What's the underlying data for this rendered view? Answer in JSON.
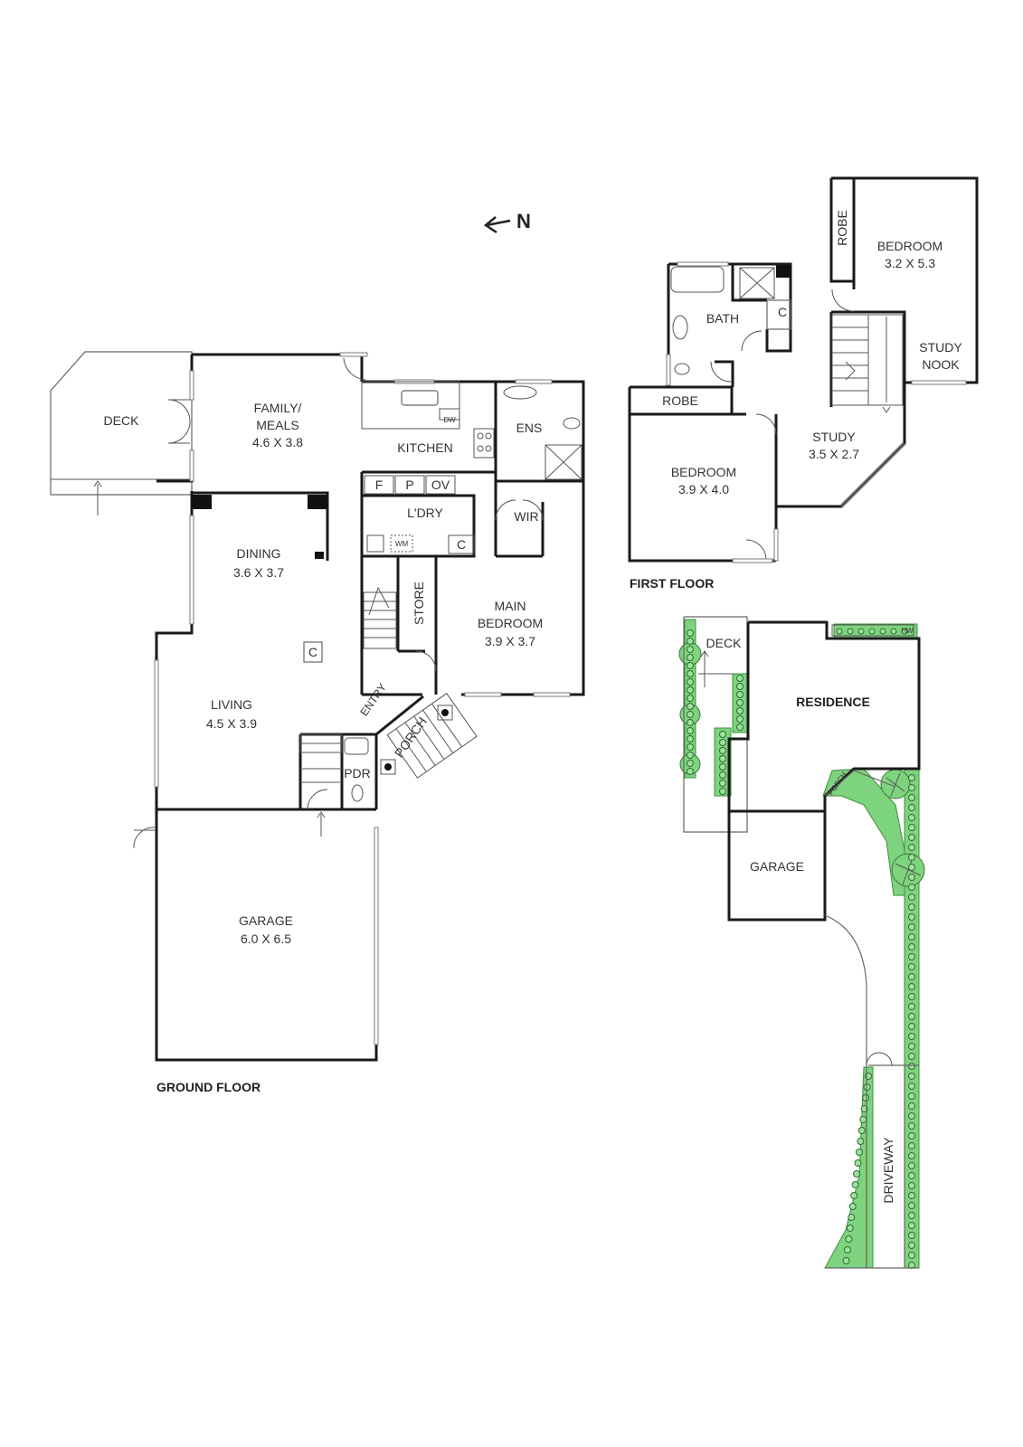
{
  "north": {
    "label": "N",
    "icon": "north-arrow-icon"
  },
  "ground_floor": {
    "title": "GROUND FLOOR",
    "rooms": {
      "deck": {
        "name": "DECK"
      },
      "family": {
        "name1": "FAMILY/",
        "name2": "MEALS",
        "dims": "4.6 X 3.8"
      },
      "kitchen": {
        "name": "KITCHEN",
        "dw": "DW",
        "f": "F",
        "p": "P",
        "ov": "OV"
      },
      "ens": {
        "name": "ENS"
      },
      "ldry": {
        "name": "L'DRY",
        "wm": "WM",
        "c": "C"
      },
      "wir": {
        "name": "WIR"
      },
      "dining": {
        "name": "DINING",
        "dims": "3.6 X 3.7",
        "c": "C"
      },
      "store": {
        "name": "STORE"
      },
      "main_bedroom": {
        "name1": "MAIN",
        "name2": "BEDROOM",
        "dims": "3.9 X 3.7"
      },
      "living": {
        "name": "LIVING",
        "dims": "4.5 X 3.9"
      },
      "entry": {
        "name": "ENTRY"
      },
      "porch": {
        "name": "PORCH"
      },
      "pdr": {
        "name": "PDR"
      },
      "garage": {
        "name": "GARAGE",
        "dims": "6.0 X 6.5"
      }
    }
  },
  "first_floor": {
    "title": "FIRST FLOOR",
    "rooms": {
      "robe_top": {
        "name": "ROBE"
      },
      "bedroom_top": {
        "name": "BEDROOM",
        "dims": "3.2 X 5.3"
      },
      "bath": {
        "name": "BATH"
      },
      "c": {
        "name": "C"
      },
      "study_nook": {
        "name1": "STUDY",
        "name2": "NOOK"
      },
      "robe_left": {
        "name": "ROBE"
      },
      "bedroom_left": {
        "name": "BEDROOM",
        "dims": "3.9 X 4.0"
      },
      "study": {
        "name": "STUDY",
        "dims": "3.5 X 2.7"
      }
    }
  },
  "site_plan": {
    "deck": "DECK",
    "residence": "RESIDENCE",
    "porch": "PORCH",
    "garage": "GARAGE",
    "driveway": "DRIVEWAY",
    "hw": "HW"
  },
  "colors": {
    "wall": "#1a1a1a",
    "garden": "#7ed37e",
    "garden_stroke": "#3f8f3f"
  }
}
